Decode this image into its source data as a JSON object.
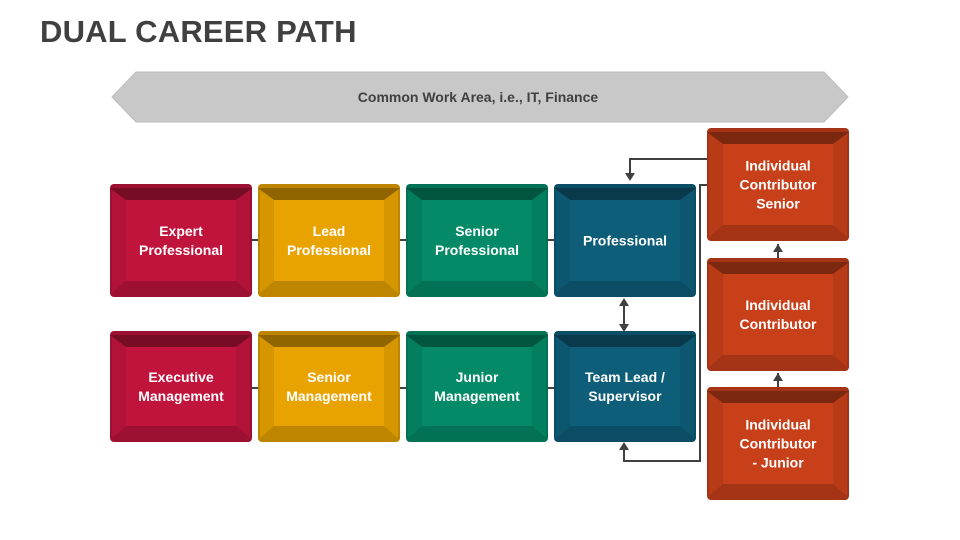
{
  "title": "DUAL CAREER PATH",
  "banner": {
    "label": "Common Work Area, i.e., IT, Finance"
  },
  "management_path": [
    {
      "id": "expert-professional",
      "lines": [
        "Expert",
        "Professional"
      ],
      "color": "#C0143C"
    },
    {
      "id": "lead-professional",
      "lines": [
        "Lead",
        "Professional"
      ],
      "color": "#E8A300"
    },
    {
      "id": "senior-professional",
      "lines": [
        "Senior",
        "Professional"
      ],
      "color": "#048A66"
    },
    {
      "id": "professional",
      "lines": [
        "Professional"
      ],
      "color": "#0E5E7A"
    }
  ],
  "management_path_bottom": [
    {
      "id": "executive-management",
      "lines": [
        "Executive",
        "Management"
      ],
      "color": "#C0143C"
    },
    {
      "id": "senior-management",
      "lines": [
        "Senior",
        "Management"
      ],
      "color": "#E8A300"
    },
    {
      "id": "junior-management",
      "lines": [
        "Junior",
        "Management"
      ],
      "color": "#048A66"
    },
    {
      "id": "team-lead-supervisor",
      "lines": [
        "Team Lead /",
        "Supervisor"
      ],
      "color": "#0E5E7A"
    }
  ],
  "individual_path": [
    {
      "id": "individual-contributor-senior",
      "lines": [
        "Individual",
        "Contributor",
        "Senior"
      ],
      "color": "#C8401A"
    },
    {
      "id": "individual-contributor",
      "lines": [
        "Individual",
        "Contributor"
      ],
      "color": "#C8401A"
    },
    {
      "id": "individual-contributor-junior",
      "lines": [
        "Individual",
        "Contributor",
        "- Junior"
      ],
      "color": "#C8401A"
    }
  ],
  "colors": {
    "title": "#404040",
    "banner_fill": "#C8C8C8",
    "banner_text": "#404040",
    "connector": "#404040"
  }
}
